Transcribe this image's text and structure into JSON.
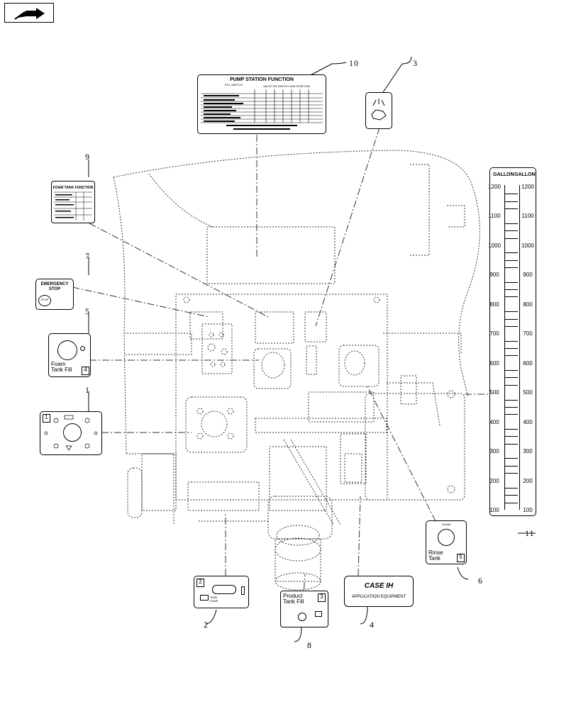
{
  "nav": {
    "icon": "book-arrow-icon"
  },
  "callouts": {
    "c1": "1",
    "c2": "2",
    "c3": "3",
    "c4": "4",
    "c5": "5",
    "c6": "6",
    "c7": "7",
    "c8": "8",
    "c9": "9",
    "c10": "10",
    "c11": "11"
  },
  "decal_pump_station": {
    "title": "PUMP STATION FUNCTION",
    "fill_switch": "FILL SWITCH",
    "valve_header": "VALVE OR SWITCH AND POSITION"
  },
  "decal_foam_tank": {
    "title": "FOAM TANK FUNCTION"
  },
  "decal_emergency": {
    "line1": "EMERGENCY",
    "line2": "STOP",
    "button": "STOP"
  },
  "decal_foam_fill": {
    "line1": "Foam",
    "line2": "Tank Fill",
    "number": "4"
  },
  "decal_tank_sump_1": {
    "number": "1"
  },
  "decal_tank_sump_2": {
    "number": "2",
    "label1": "TANK",
    "label2": "SUMP"
  },
  "decal_product_fill": {
    "line1": "Product",
    "line2": "Tank Fill",
    "number": "3"
  },
  "decal_case": {
    "brand": "CASE IH",
    "subtitle": "APPLICATION EQUIPMENT"
  },
  "decal_rinse": {
    "top": "Unload",
    "line1": "Rinse",
    "line2": "Tank",
    "number": "5"
  },
  "gauge": {
    "unit_left": "GALLON",
    "unit_right": "GALLON",
    "ticks": [
      "1200",
      "1100",
      "1000",
      "900",
      "800",
      "700",
      "600",
      "500",
      "400",
      "300",
      "200",
      "100"
    ]
  }
}
